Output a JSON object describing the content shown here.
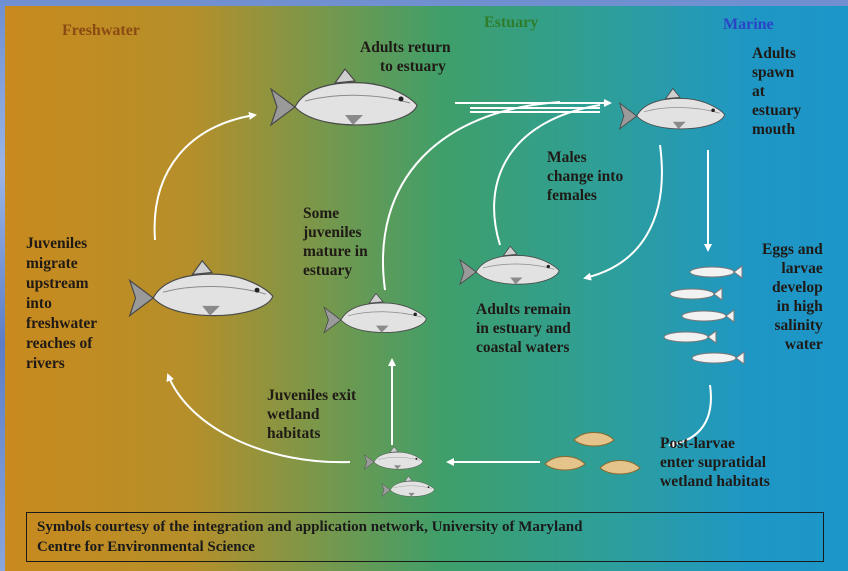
{
  "zones": {
    "freshwater": "Freshwater",
    "estuary": "Estuary",
    "marine": "Marine"
  },
  "colors": {
    "freshwater_label": "#8a4a12",
    "estuary_label": "#2d7d2d",
    "marine_label": "#2a45c8",
    "arrow": "#ffffff",
    "text": "#1f1a16"
  },
  "stages": {
    "adults_return": [
      "Adults return",
      "to estuary"
    ],
    "adults_spawn": [
      "Adults",
      "spawn",
      "at",
      "estuary",
      "mouth"
    ],
    "males_change": [
      "Males",
      "change into",
      "females"
    ],
    "some_juveniles": [
      "Some",
      "juveniles",
      "mature in",
      "estuary"
    ],
    "juveniles_migrate": [
      "Juveniles",
      "migrate",
      "upstream",
      "into",
      "freshwater",
      "reaches of",
      "rivers"
    ],
    "adults_remain": [
      "Adults remain",
      "in estuary and",
      "coastal waters"
    ],
    "eggs_larvae": [
      "Eggs and",
      "larvae",
      "develop",
      "in high",
      "salinity",
      "water"
    ],
    "juveniles_exit": [
      "Juveniles exit",
      "wetland",
      "habitats"
    ],
    "post_larvae": [
      "Post-larvae",
      "enter supratidal",
      "wetland habitats"
    ]
  },
  "icons": {
    "fish_large": "barramundi-fish-icon",
    "fish_small": "juvenile-fish-icon",
    "larva": "larva-icon",
    "post_larva": "post-larva-icon"
  },
  "credits": {
    "line1": "Symbols courtesy of the integration and application network, University of Maryland",
    "line2": "Centre for Environmental Science"
  }
}
